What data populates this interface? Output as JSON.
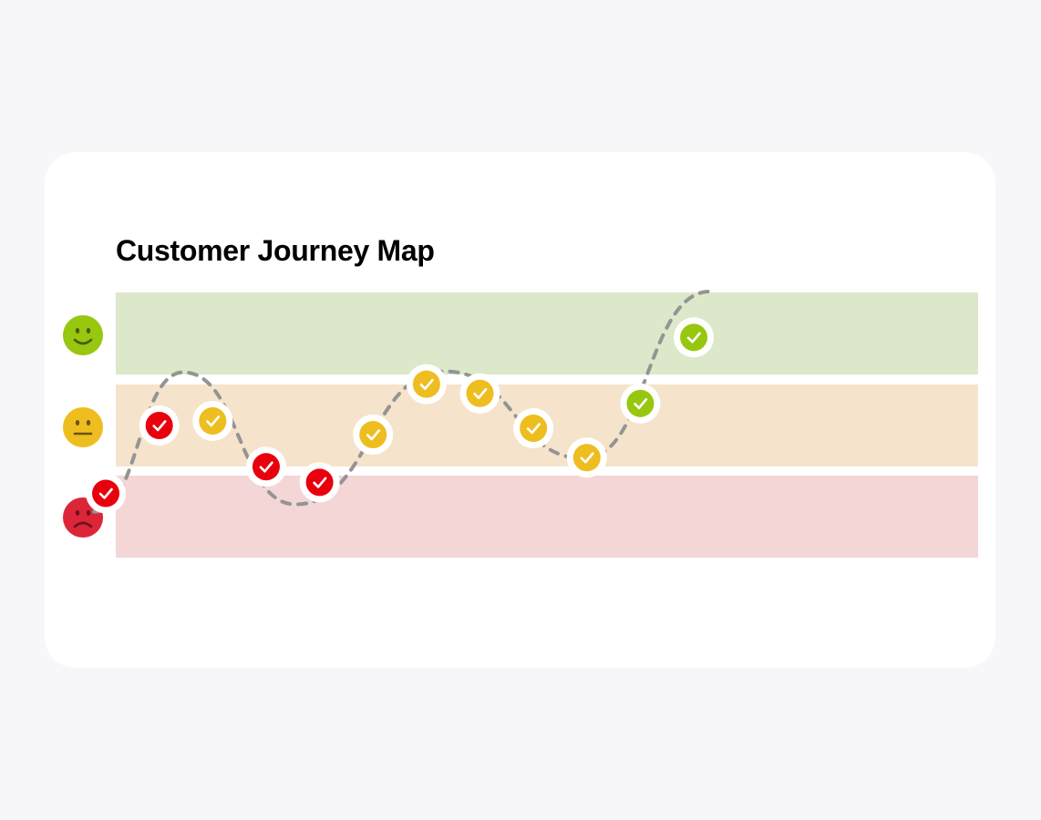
{
  "title": "Customer Journey Map",
  "colors": {
    "positive_band": "#dce8c9",
    "neutral_band": "#f5e4cb",
    "negative_band": "#f4d6d6",
    "positive": "#97c70f",
    "neutral": "#eebd1f",
    "negative": "#e8000d",
    "sad_face": "#dc2539",
    "path": "#949494"
  },
  "levels": [
    {
      "key": "positive",
      "icon": "happy-face-icon"
    },
    {
      "key": "neutral",
      "icon": "neutral-face-icon"
    },
    {
      "key": "negative",
      "icon": "sad-face-icon"
    }
  ],
  "chart_data": {
    "type": "line",
    "title": "Customer Journey Map",
    "y_levels": [
      "negative",
      "neutral",
      "positive"
    ],
    "ylim": [
      0,
      3
    ],
    "series": [
      {
        "points": [
          {
            "x": 1,
            "y": 0.7,
            "sentiment": "negative"
          },
          {
            "x": 2,
            "y": 1.44,
            "sentiment": "negative"
          },
          {
            "x": 3,
            "y": 1.49,
            "sentiment": "neutral"
          },
          {
            "x": 4,
            "y": 0.99,
            "sentiment": "negative"
          },
          {
            "x": 5,
            "y": 0.82,
            "sentiment": "negative"
          },
          {
            "x": 6,
            "y": 1.34,
            "sentiment": "neutral"
          },
          {
            "x": 7,
            "y": 1.89,
            "sentiment": "neutral"
          },
          {
            "x": 8,
            "y": 1.79,
            "sentiment": "neutral"
          },
          {
            "x": 9,
            "y": 1.41,
            "sentiment": "neutral"
          },
          {
            "x": 10,
            "y": 1.09,
            "sentiment": "neutral"
          },
          {
            "x": 11,
            "y": 1.68,
            "sentiment": "positive"
          },
          {
            "x": 12,
            "y": 2.4,
            "sentiment": "positive"
          }
        ],
        "curve": [
          {
            "x": 0.78,
            "y": 0.5
          },
          {
            "x": 2.45,
            "y": 2.02
          },
          {
            "x": 4.55,
            "y": 0.58
          },
          {
            "x": 7.35,
            "y": 2.03
          },
          {
            "x": 9.95,
            "y": 1.08
          },
          {
            "x": 12.3,
            "y": 2.9
          }
        ]
      }
    ]
  }
}
